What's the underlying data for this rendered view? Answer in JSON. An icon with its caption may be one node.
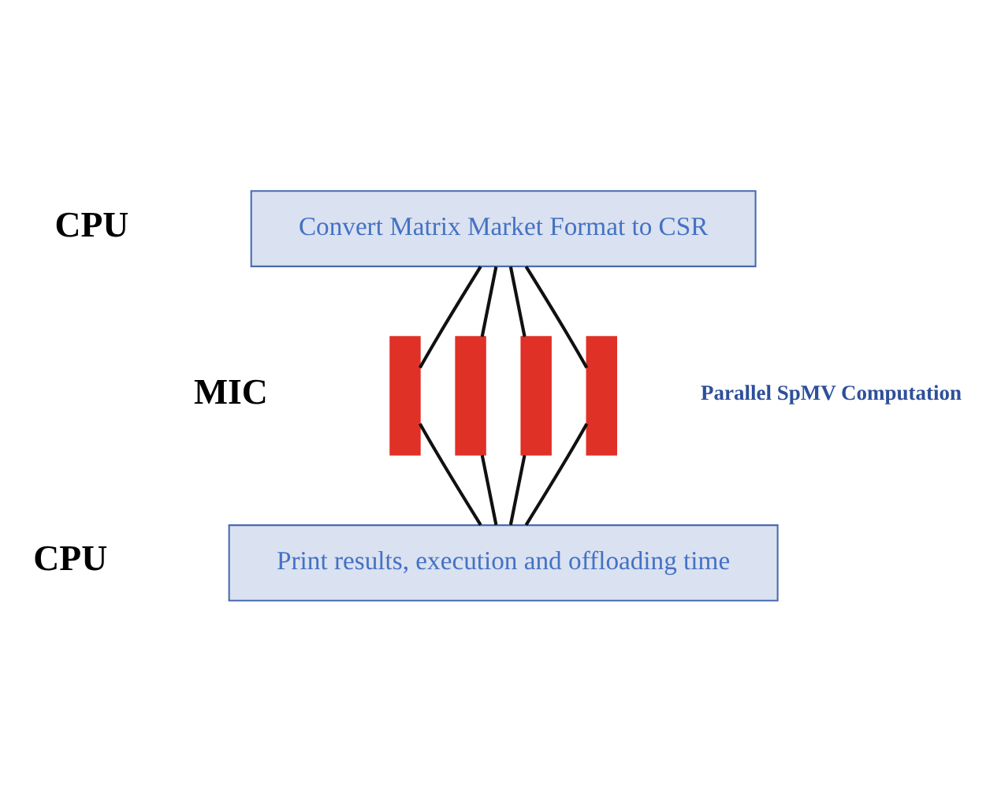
{
  "diagram": {
    "nodes": [
      {
        "text": [
          "Convert Matrix Market Format to CSR"
        ]
      },
      {
        "text": [],
        "shape": "bar"
      },
      {
        "text": [],
        "shape": "bar"
      },
      {
        "text": [],
        "shape": "bar"
      },
      {
        "text": [],
        "shape": "bar"
      },
      {
        "text": [
          "Print results, execution and offloading time"
        ]
      }
    ],
    "edges": [
      {
        "from": 0,
        "to": 1,
        "arrow": "none"
      },
      {
        "from": 0,
        "to": 2,
        "arrow": "none"
      },
      {
        "from": 0,
        "to": 3,
        "arrow": "none"
      },
      {
        "from": 0,
        "to": 4,
        "arrow": "none"
      },
      {
        "from": 1,
        "to": 5,
        "arrow": "none"
      },
      {
        "from": 2,
        "to": 5,
        "arrow": "none"
      },
      {
        "from": 3,
        "to": 5,
        "arrow": "none"
      },
      {
        "from": 4,
        "to": 5,
        "arrow": "none"
      }
    ],
    "labels": [
      "CPU",
      "MIC",
      "Parallel SpMV Computation",
      "CPU"
    ]
  }
}
